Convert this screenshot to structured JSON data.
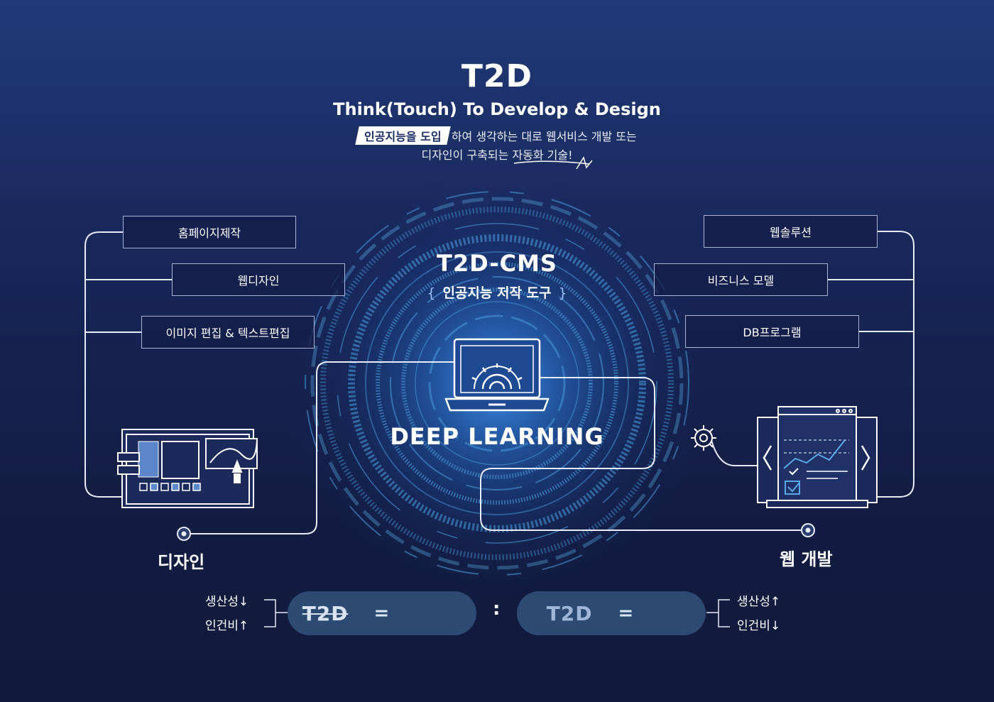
{
  "header": {
    "title": "T2D",
    "subtitle": "Think(Touch) To Develop & Design",
    "highlight": "인공지능을 도입",
    "desc_line1_rest": "하여 생각하는 대로 웹서비스 개발  또는",
    "desc_line2_a": "디자인이 구축되는 ",
    "desc_line2_b": "자동화 기술!"
  },
  "center": {
    "cms_title": "T2D-CMS",
    "cms_sub_open": "{",
    "cms_sub": "인공지능 저작 도구",
    "cms_sub_close": "}",
    "deep_learning": "DEEP LEARNING"
  },
  "left": {
    "items": [
      "홈페이지제작",
      "웹디자인",
      "이미지 편집 & 텍스트편집"
    ],
    "category": "디자인"
  },
  "right": {
    "items": [
      "웹솔루션",
      "비즈니스 모델",
      "DB프로그램"
    ],
    "category": "웹 개발"
  },
  "compare": {
    "left_stat1": "생산성↓",
    "left_stat2": "인건비↑",
    "left_pill_label": "T2D",
    "equals": "=",
    "colon": ":",
    "right_pill_label": "T2D",
    "right_stat1": "생산성↑",
    "right_stat2": "인건비↓"
  },
  "colors": {
    "accent_glow": "#2f7fd8",
    "ring": "#4a9ee0",
    "pill": "#2c4a72",
    "highlight_bg": "#ffffff"
  },
  "icons": [
    "laptop-gear-icon",
    "design-editor-icon",
    "web-dev-window-icon",
    "gear-icon",
    "people-group-icon",
    "person-icon"
  ]
}
